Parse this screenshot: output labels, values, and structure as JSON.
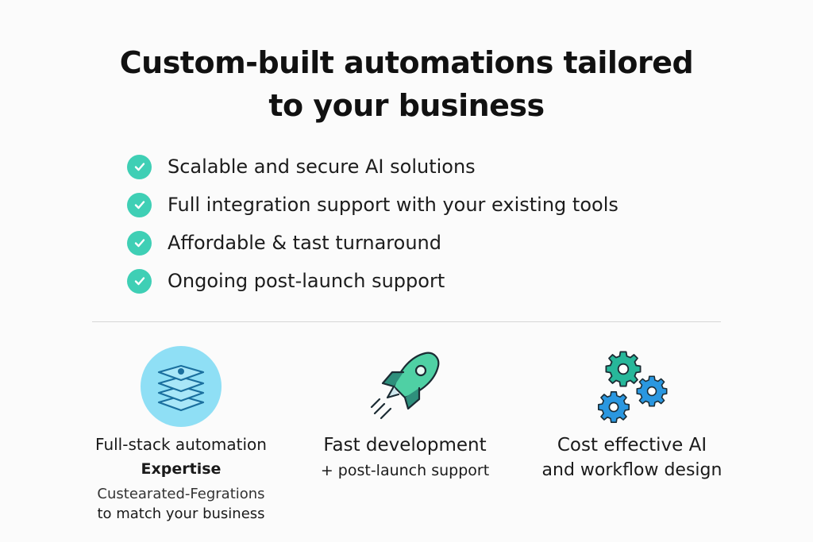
{
  "headline": {
    "line1": "Custom-built automations tailored",
    "line2": "to your business"
  },
  "checklist": [
    {
      "text": "Scalable and secure AI solutions",
      "icon": "check-icon"
    },
    {
      "text": "Full integration support with your existing tools",
      "icon": "check-icon"
    },
    {
      "text": "Affordable & tast turnaround",
      "icon": "check-icon"
    },
    {
      "text": "Ongoing post-launch support",
      "icon": "check-icon"
    }
  ],
  "features": [
    {
      "icon": "layers-icon",
      "line1": "Full-stack automation",
      "line2": "Expertise",
      "line3": "Custearated-Fegrations",
      "line4": "to match your business"
    },
    {
      "icon": "rocket-icon",
      "line1": "Fast development",
      "line2": "+ post-launch support"
    },
    {
      "icon": "gears-icon",
      "line1": "Cost effective AI",
      "line2": "and workflow design"
    }
  ],
  "colors": {
    "check": "#3fcfb5",
    "layers_bg": "#8fdff5",
    "layers_stroke": "#1a6f9e",
    "rocket": "#4fd0a4",
    "gear_green": "#27b79a",
    "gear_blue": "#2a97e0",
    "text": "#141414"
  }
}
